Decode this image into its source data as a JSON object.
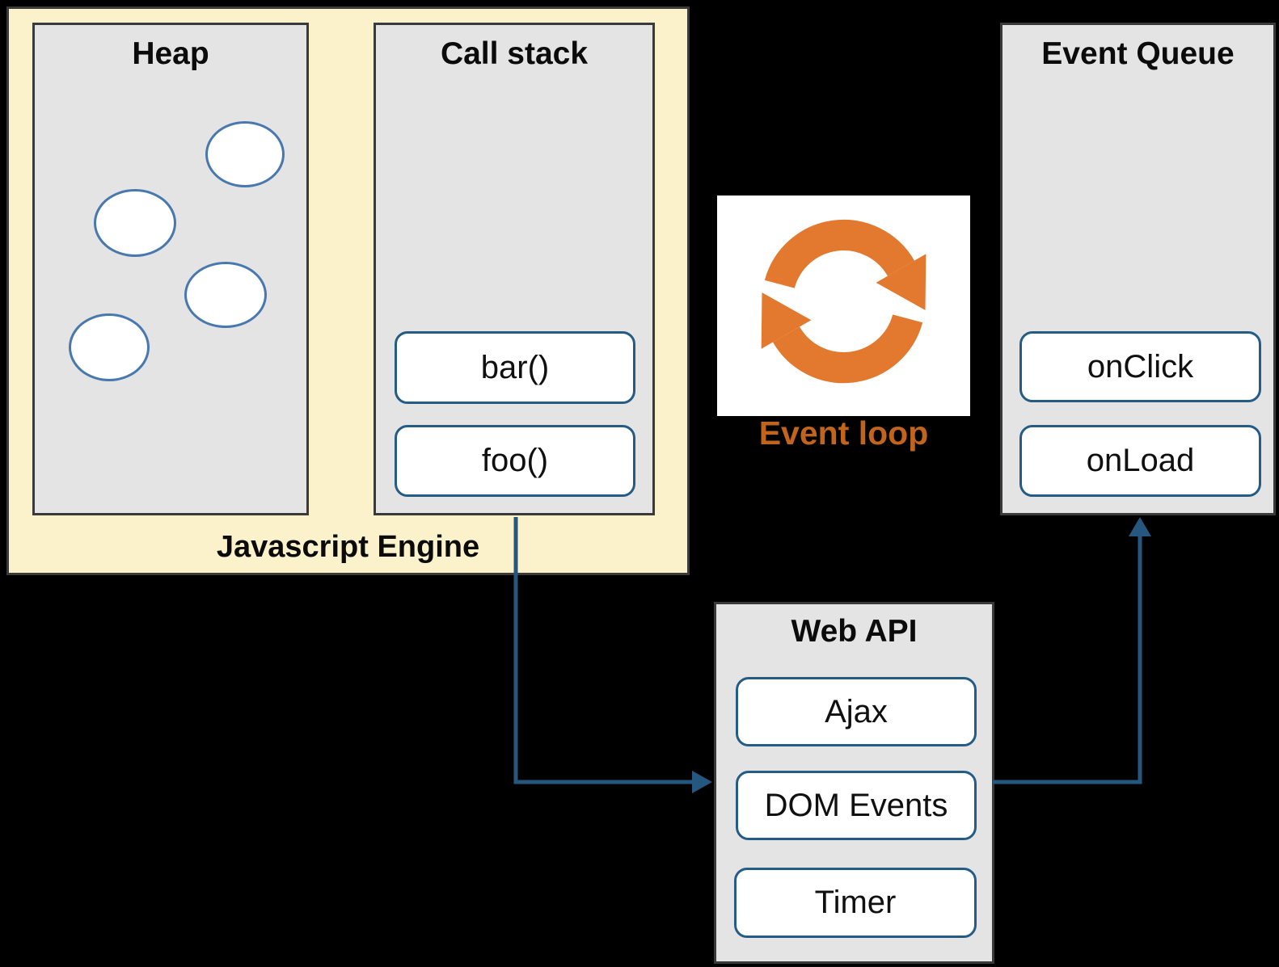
{
  "javascript_engine": {
    "label": "Javascript Engine",
    "heap": {
      "title": "Heap"
    },
    "call_stack": {
      "title": "Call stack",
      "frames": [
        "bar()",
        "foo()"
      ]
    }
  },
  "event_loop": {
    "label": "Event loop"
  },
  "event_queue": {
    "title": "Event Queue",
    "items": [
      "onClick",
      "onLoad"
    ]
  },
  "web_api": {
    "title": "Web API",
    "items": [
      "Ajax",
      "DOM Events",
      "Timer"
    ]
  },
  "colors": {
    "background": "#000000",
    "engine_fill": "#FBF1CB",
    "panel_fill": "#E4E4E4",
    "panel_border": "#3A3A3A",
    "node_border": "#255C85",
    "arrow_blue": "#26587F",
    "heap_object_border": "#4878AE",
    "event_loop_orange": "#E2792F",
    "event_loop_label_orange": "#C2641C"
  }
}
